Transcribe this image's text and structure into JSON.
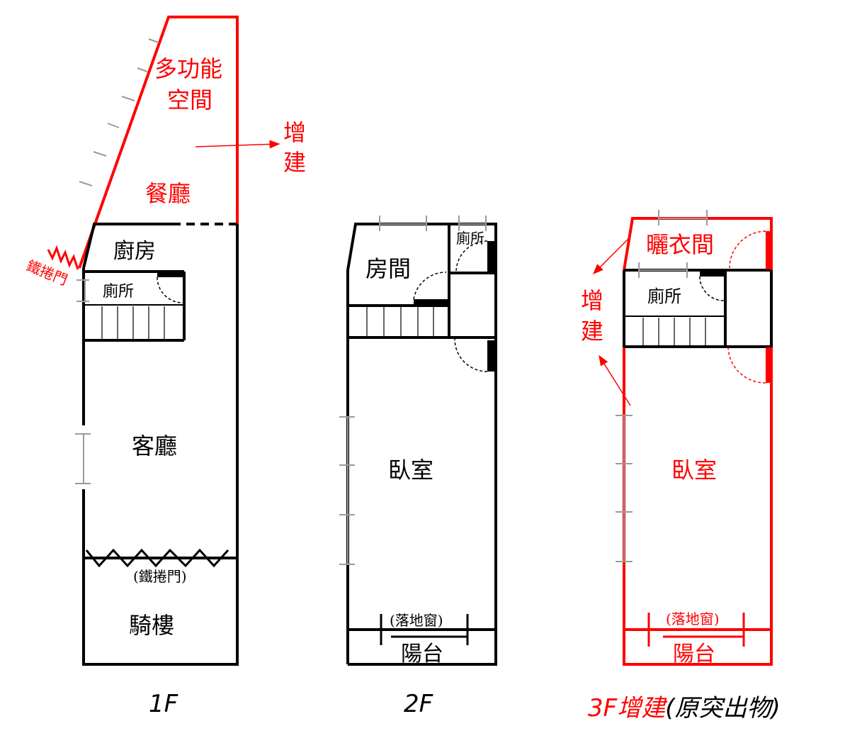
{
  "colors": {
    "wall": "#000000",
    "extension": "#ff0000",
    "window": "#9a9a9a"
  },
  "floor1": {
    "multi_space_line1": "多功能",
    "multi_space_line2": "空間",
    "extension_char1": "增",
    "extension_char2": "建",
    "dining": "餐廳",
    "kitchen": "廚房",
    "rolling_door": "鐵捲門",
    "toilet": "廁所",
    "living": "客廳",
    "rolling_door_paren": "(鐵捲門)",
    "arcade": "騎樓",
    "caption": "1F"
  },
  "floor2": {
    "room": "房間",
    "toilet": "廁所",
    "bedroom": "臥室",
    "french_window": "(落地窗)",
    "balcony": "陽台",
    "caption": "2F"
  },
  "floor3": {
    "drying_room": "曬衣間",
    "extension_char1": "增",
    "extension_char2": "建",
    "toilet": "廁所",
    "bedroom": "臥室",
    "french_window": "(落地窗)",
    "balcony": "陽台",
    "caption_red": "3F增建",
    "caption_black": "(原突出物)"
  }
}
